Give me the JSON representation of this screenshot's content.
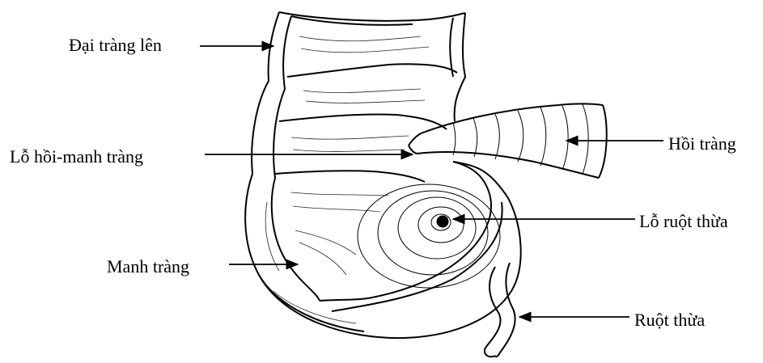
{
  "figure": {
    "labels": {
      "ascending_colon": "Đại tràng lên",
      "ileocecal_orifice": "Lỗ hồi-manh tràng",
      "ileum": "Hồi tràng",
      "appendix_orifice": "Lỗ ruột thừa",
      "cecum": "Manh tràng",
      "appendix": "Ruột thừa"
    },
    "colors": {
      "ink": "#000000",
      "paper": "#ffffff"
    }
  }
}
